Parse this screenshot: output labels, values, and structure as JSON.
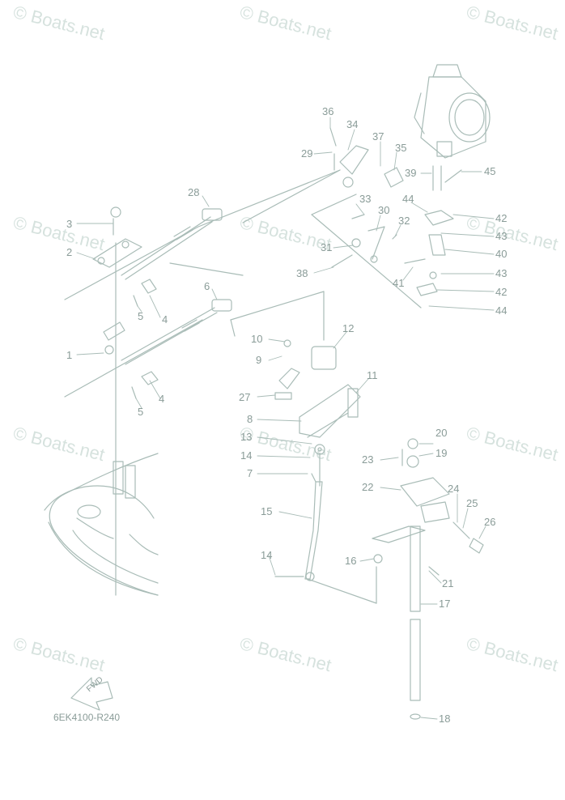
{
  "diagram": {
    "code": "6EK4100-R240",
    "fwd_label": "FWD",
    "watermark": "© Boats.net",
    "part_numbers": [
      "1",
      "2",
      "3",
      "4",
      "4",
      "5",
      "5",
      "6",
      "7",
      "8",
      "9",
      "10",
      "11",
      "12",
      "13",
      "14",
      "14",
      "15",
      "16",
      "17",
      "18",
      "19",
      "20",
      "21",
      "22",
      "23",
      "24",
      "25",
      "26",
      "27",
      "28",
      "29",
      "30",
      "31",
      "32",
      "33",
      "34",
      "35",
      "36",
      "37",
      "38",
      "39",
      "40",
      "41",
      "42",
      "42",
      "43",
      "43",
      "44",
      "44",
      "45"
    ]
  },
  "colors": {
    "line": "#a9bcb7",
    "text": "#8a9c98",
    "watermark": "#d6e2de"
  }
}
